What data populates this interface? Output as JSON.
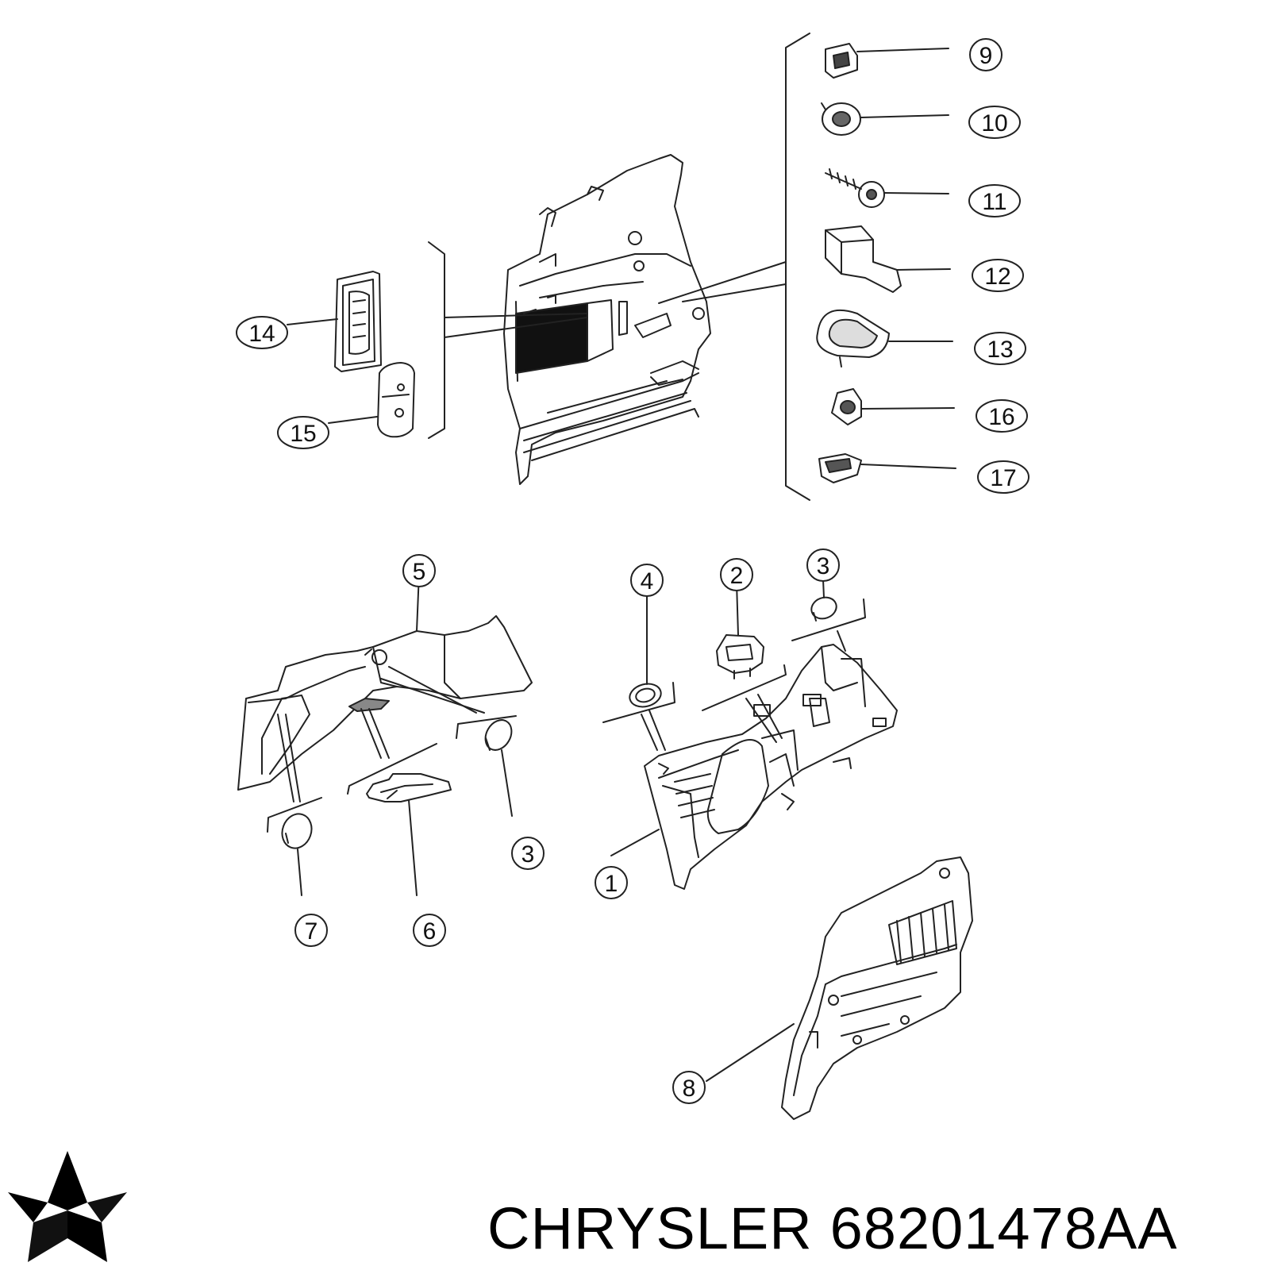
{
  "diagram": {
    "callouts": [
      {
        "id": "c9",
        "label": "9"
      },
      {
        "id": "c10",
        "label": "10"
      },
      {
        "id": "c11",
        "label": "11"
      },
      {
        "id": "c12",
        "label": "12"
      },
      {
        "id": "c13",
        "label": "13"
      },
      {
        "id": "c14",
        "label": "14"
      },
      {
        "id": "c15",
        "label": "15"
      },
      {
        "id": "c16",
        "label": "16"
      },
      {
        "id": "c17",
        "label": "17"
      },
      {
        "id": "c5",
        "label": "5"
      },
      {
        "id": "c4",
        "label": "4"
      },
      {
        "id": "c2",
        "label": "2"
      },
      {
        "id": "c3a",
        "label": "3"
      },
      {
        "id": "c3b",
        "label": "3"
      },
      {
        "id": "c1",
        "label": "1"
      },
      {
        "id": "c7",
        "label": "7"
      },
      {
        "id": "c6",
        "label": "6"
      },
      {
        "id": "c8",
        "label": "8"
      }
    ]
  },
  "footer": {
    "brand": "CHRYSLER",
    "part_number": "68201478AA"
  },
  "logo": {
    "icon": "chrysler-pentastar-icon",
    "color": "#000000"
  }
}
